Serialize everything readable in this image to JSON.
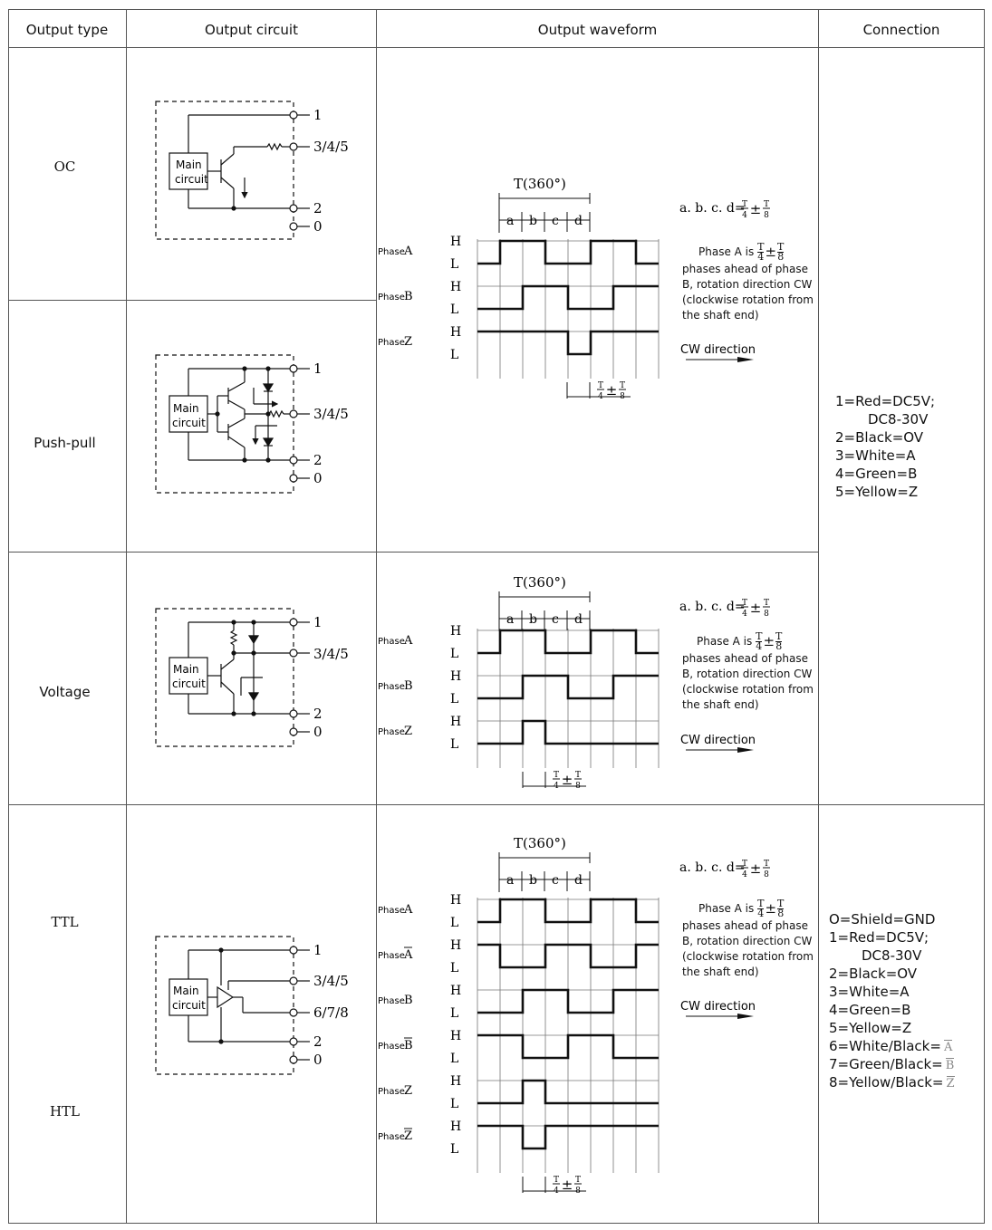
{
  "headers": [
    "Output type",
    "Output circuit",
    "Output waveform",
    "Connection"
  ],
  "rows": [
    {
      "type": "OC",
      "circuit": {
        "box": [
          "Main",
          "circuit"
        ],
        "pins": [
          "1",
          "3/4/5",
          "2",
          "0"
        ]
      },
      "waveform": {
        "period_label": "T(360°)",
        "segments": [
          "a",
          "b",
          "c",
          "d"
        ],
        "formula": "a. b. c. d=",
        "phases": [
          {
            "prefix": "Phase",
            "name": "A",
            "h": "H",
            "l": "L"
          },
          {
            "prefix": "Phase",
            "name": "B",
            "h": "H",
            "l": "L"
          },
          {
            "prefix": "Phase",
            "name": "Z",
            "h": "H",
            "l": "L"
          }
        ],
        "note": {
          "lead": "Phase A is",
          "rest": "phases ahead of phase B, rotation direction CW (clockwise rotation from the shaft end)"
        },
        "cw": "CW direction"
      }
    },
    {
      "type": "Push-pull",
      "circuit": {
        "box": [
          "Main",
          "circuit"
        ],
        "pins": [
          "1",
          "3/4/5",
          "2",
          "0"
        ]
      }
    },
    {
      "type": "Voltage",
      "circuit": {
        "box": [
          "Main",
          "circuit"
        ],
        "pins": [
          "1",
          "3/4/5",
          "2",
          "0"
        ]
      },
      "waveform": {
        "period_label": "T(360°)",
        "segments": [
          "a",
          "b",
          "c",
          "d"
        ],
        "formula": "a. b. c. d=",
        "phases": [
          {
            "prefix": "Phase",
            "name": "A",
            "h": "H",
            "l": "L"
          },
          {
            "prefix": "Phase",
            "name": "B",
            "h": "H",
            "l": "L"
          },
          {
            "prefix": "Phase",
            "name": "Z",
            "h": "H",
            "l": "L"
          }
        ],
        "note": {
          "lead": "Phase A is",
          "rest": "phases ahead of phase B, rotation direction CW (clockwise rotation from the shaft end)"
        },
        "cw": "CW direction"
      }
    },
    {
      "type": "TTL",
      "type2": "HTL",
      "circuit": {
        "box": [
          "Main",
          "circuit"
        ],
        "pins": [
          "1",
          "3/4/5",
          "6/7/8",
          "2",
          "0"
        ]
      },
      "waveform": {
        "period_label": "T(360°)",
        "segments": [
          "a",
          "b",
          "c",
          "d"
        ],
        "formula": "a. b. c. d=",
        "phases": [
          {
            "prefix": "Phase",
            "name": "A",
            "h": "H",
            "l": "L"
          },
          {
            "prefix": "Phase",
            "name": "A",
            "h": "H",
            "l": "L",
            "bar": true
          },
          {
            "prefix": "Phase",
            "name": "B",
            "h": "H",
            "l": "L"
          },
          {
            "prefix": "Phase",
            "name": "B",
            "h": "H",
            "l": "L",
            "bar": true
          },
          {
            "prefix": "Phase",
            "name": "Z",
            "h": "H",
            "l": "L"
          },
          {
            "prefix": "Phase",
            "name": "Z",
            "h": "H",
            "l": "L",
            "bar": true
          }
        ],
        "note": {
          "lead": "Phase A is",
          "rest": "phases ahead of phase B, rotation direction CW (clockwise rotation from the shaft end)"
        },
        "cw": "CW direction"
      }
    }
  ],
  "fraction": {
    "t": "T",
    "four": "4",
    "eight": "8",
    "pm": "±"
  },
  "connection_1": [
    "1=Red=DC5V;",
    "DC8-30V",
    "2=Black=OV",
    "3=White=A",
    "4=Green=B",
    "5=Yellow=Z"
  ],
  "connection_2": [
    "O=Shield=GND",
    "1=Red=DC5V;",
    "DC8-30V",
    "2=Black=OV",
    "3=White=A",
    "4=Green=B",
    "5=Yellow=Z",
    "6=White/Black=",
    "7=Green/Black=",
    "8=Yellow/Black="
  ],
  "connection_2_bars": [
    "A",
    "B",
    "Z"
  ]
}
